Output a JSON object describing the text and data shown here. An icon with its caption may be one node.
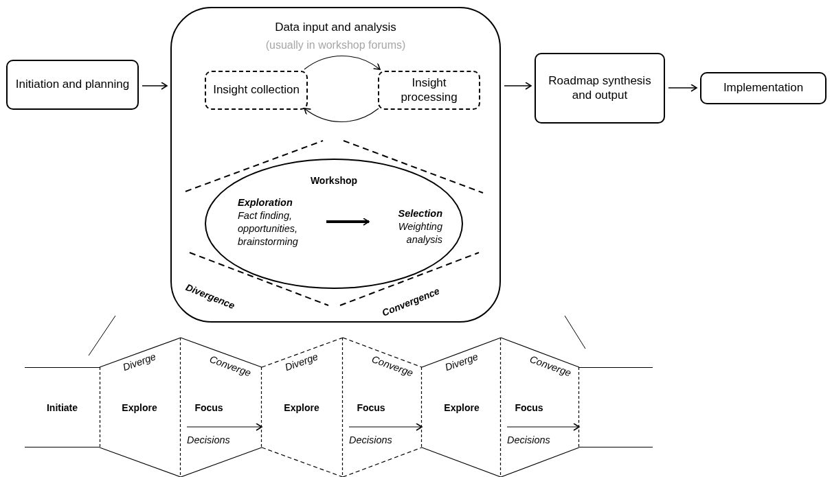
{
  "diagram": {
    "nodes": [
      {
        "text": [
          "Initiation and planning"
        ]
      },
      {
        "text": [
          "Data input and analysis",
          "(usually in workshop forums)"
        ]
      },
      {
        "text": [
          "Insight collection"
        ],
        "in": 1
      },
      {
        "text": [
          "Insight processing"
        ],
        "in": 1
      },
      {
        "text": [
          "Workshop"
        ],
        "in": 1
      },
      {
        "text": [
          "Exploration",
          "Fact finding, opportunities, brainstorming"
        ],
        "in": 4
      },
      {
        "text": [
          "Selection",
          "Weighting analysis"
        ],
        "in": 4
      },
      {
        "text": [
          "Roadmap synthesis and output"
        ]
      },
      {
        "text": [
          "Implementation"
        ]
      },
      {
        "text": [
          "Initiate"
        ]
      },
      {
        "text": [
          "Diverge",
          "Explore"
        ]
      },
      {
        "text": [
          "Converge",
          "Focus"
        ]
      },
      {
        "text": [
          "Diverge",
          "Explore"
        ]
      },
      {
        "text": [
          "Converge",
          "Focus"
        ]
      },
      {
        "text": [
          "Diverge",
          "Explore"
        ]
      },
      {
        "text": [
          "Converge",
          "Focus"
        ]
      },
      {
        "text": [],
        "shape": "band"
      }
    ],
    "edges": [
      {
        "from": 0,
        "to": 1,
        "arrow": "to"
      },
      {
        "from": 2,
        "to": 3,
        "arrow": "to"
      },
      {
        "from": 3,
        "to": 2,
        "arrow": "to"
      },
      {
        "from": 5,
        "to": 6,
        "arrow": "to",
        "style": "thick"
      },
      {
        "from": 1,
        "to": 7,
        "arrow": "to"
      },
      {
        "from": 7,
        "to": 8,
        "arrow": "to"
      },
      {
        "from": 11,
        "to": 12,
        "label": "Decisions",
        "arrow": "to"
      },
      {
        "from": 13,
        "to": 14,
        "label": "Decisions",
        "arrow": "to"
      },
      {
        "from": 15,
        "to": 16,
        "label": "Decisions",
        "arrow": "to"
      }
    ],
    "labels": [
      "Divergence",
      "Convergence"
    ]
  }
}
